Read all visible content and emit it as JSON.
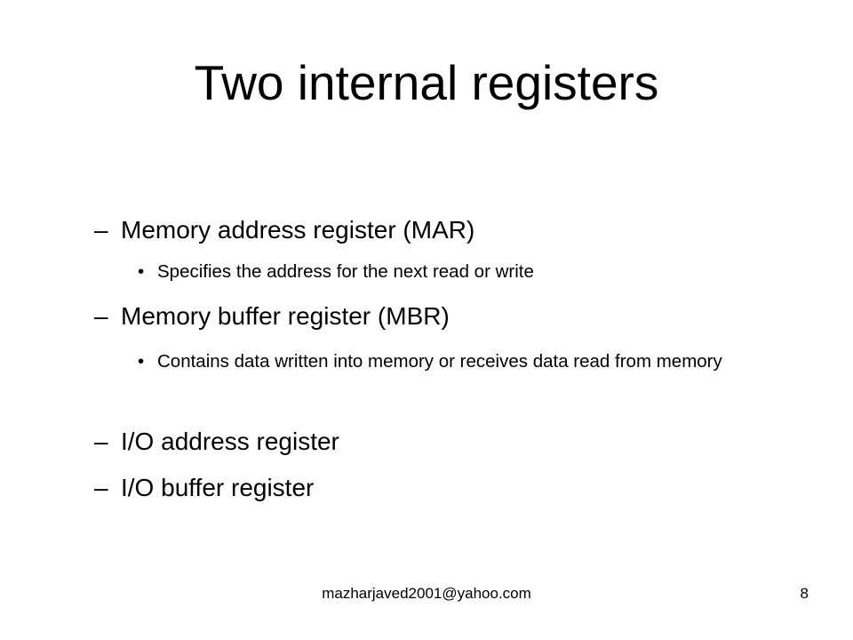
{
  "slide": {
    "title": "Two internal registers",
    "items": [
      {
        "dash": "–",
        "text": "Memory address register (MAR)"
      },
      {
        "bullet": "•",
        "text": "Specifies the address for the next read or write"
      },
      {
        "dash": "–",
        "text": "Memory buffer register (MBR)"
      },
      {
        "bullet": "•",
        "text": "Contains data written into memory or receives data read from memory"
      },
      {
        "dash": "–",
        "text": "I/O address register"
      },
      {
        "dash": "–",
        "text": "I/O buffer register"
      }
    ],
    "footer": {
      "email": "mazharjaved2001@yahoo.com",
      "page_number": "8"
    }
  }
}
